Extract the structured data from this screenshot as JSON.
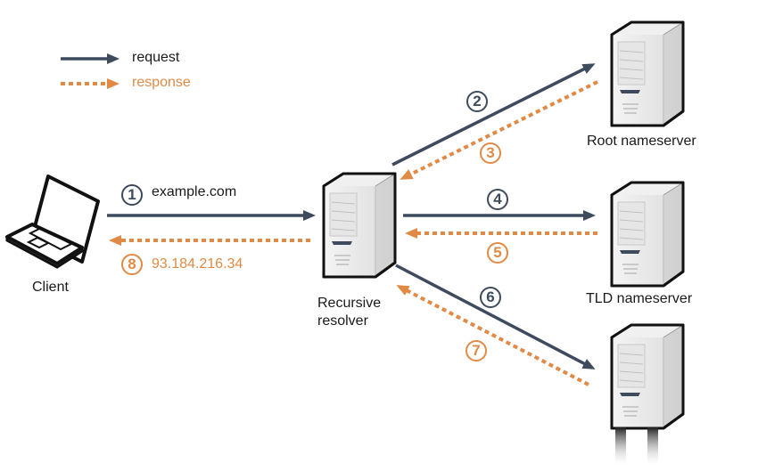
{
  "legend": {
    "request_label": "request",
    "response_label": "response"
  },
  "colors": {
    "request": "#3e4a5e",
    "response": "#e08a45"
  },
  "nodes": {
    "client": "Client",
    "resolver_line1": "Recursive",
    "resolver_line2": "resolver",
    "root": "Root nameserver",
    "tld": "TLD nameserver"
  },
  "steps": [
    {
      "num": "1",
      "type": "request",
      "label": "example.com"
    },
    {
      "num": "2",
      "type": "request",
      "label": ""
    },
    {
      "num": "3",
      "type": "response",
      "label": ""
    },
    {
      "num": "4",
      "type": "request",
      "label": ""
    },
    {
      "num": "5",
      "type": "response",
      "label": ""
    },
    {
      "num": "6",
      "type": "request",
      "label": ""
    },
    {
      "num": "7",
      "type": "response",
      "label": ""
    },
    {
      "num": "8",
      "type": "response",
      "label": "93.184.216.34"
    }
  ]
}
